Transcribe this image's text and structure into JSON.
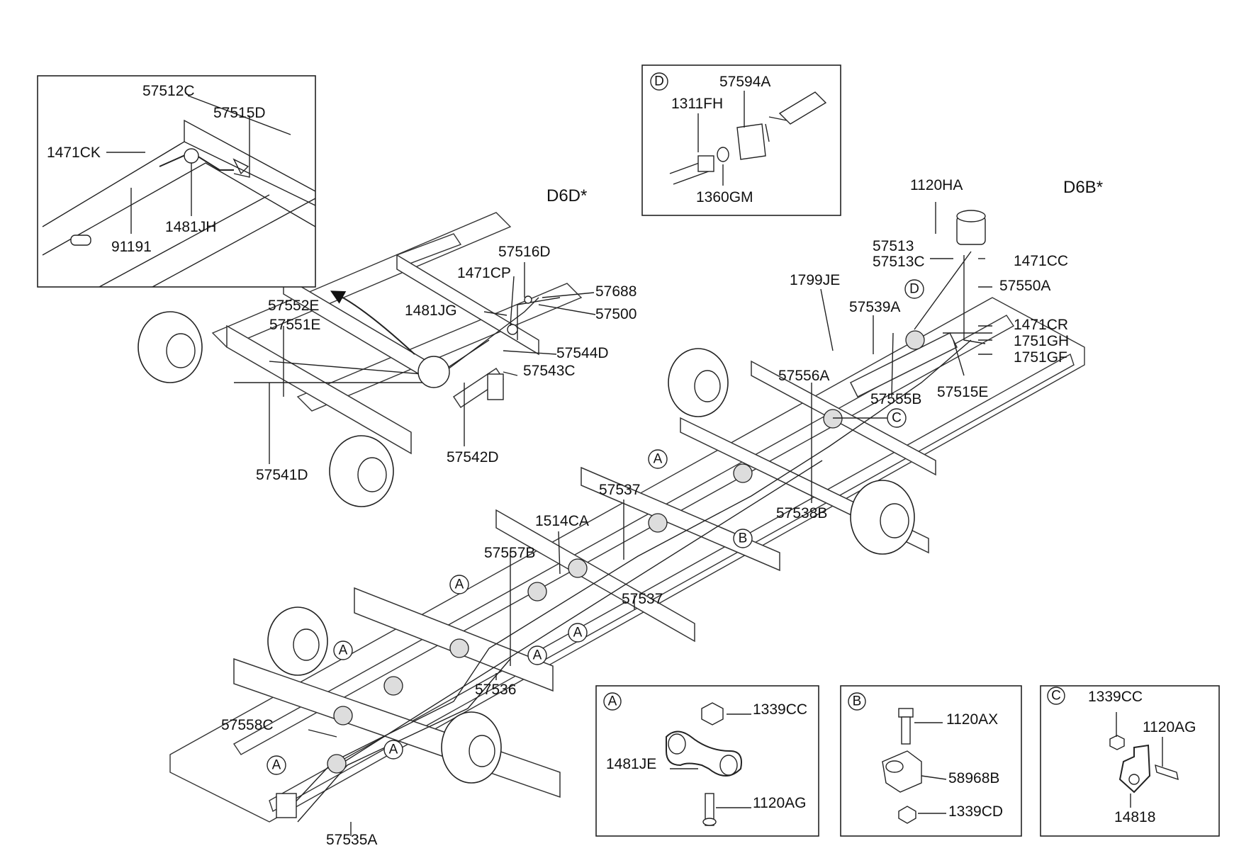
{
  "diagram": {
    "variant_labels": {
      "left": "D6D*",
      "right": "D6B*"
    },
    "main_labels": [
      {
        "id": "57516D",
        "text": "57516D"
      },
      {
        "id": "1471CP",
        "text": "1471CP"
      },
      {
        "id": "57688",
        "text": "57688"
      },
      {
        "id": "57552E",
        "text": "57552E"
      },
      {
        "id": "1481JG",
        "text": "1481JG"
      },
      {
        "id": "57500",
        "text": "57500"
      },
      {
        "id": "57551E",
        "text": "57551E"
      },
      {
        "id": "57544D",
        "text": "57544D"
      },
      {
        "id": "57543C",
        "text": "57543C"
      },
      {
        "id": "57542D",
        "text": "57542D"
      },
      {
        "id": "57541D",
        "text": "57541D"
      },
      {
        "id": "1120HA",
        "text": "1120HA"
      },
      {
        "id": "57513",
        "text": "57513"
      },
      {
        "id": "57513C",
        "text": "57513C"
      },
      {
        "id": "1471CC",
        "text": "1471CC"
      },
      {
        "id": "1799JE",
        "text": "1799JE"
      },
      {
        "id": "57550A",
        "text": "57550A"
      },
      {
        "id": "57539A",
        "text": "57539A"
      },
      {
        "id": "1471CR",
        "text": "1471CR"
      },
      {
        "id": "1751GH",
        "text": "1751GH"
      },
      {
        "id": "1751GF",
        "text": "1751GF"
      },
      {
        "id": "57556A",
        "text": "57556A"
      },
      {
        "id": "57555B",
        "text": "57555B"
      },
      {
        "id": "57515E",
        "text": "57515E"
      },
      {
        "id": "57537a",
        "text": "57537"
      },
      {
        "id": "57538B",
        "text": "57538B"
      },
      {
        "id": "1514CA",
        "text": "1514CA"
      },
      {
        "id": "57557B",
        "text": "57557B"
      },
      {
        "id": "57537b",
        "text": "57537"
      },
      {
        "id": "57536",
        "text": "57536"
      },
      {
        "id": "57558C",
        "text": "57558C"
      },
      {
        "id": "57535A",
        "text": "57535A"
      }
    ],
    "callouts": [
      "A",
      "B",
      "C",
      "D"
    ],
    "inset_top_left": {
      "labels": [
        {
          "id": "57512C",
          "text": "57512C"
        },
        {
          "id": "57515D",
          "text": "57515D"
        },
        {
          "id": "1471CK",
          "text": "1471CK"
        },
        {
          "id": "1481JH",
          "text": "1481JH"
        },
        {
          "id": "91191",
          "text": "91191"
        }
      ]
    },
    "detail_D": {
      "letter": "D",
      "labels": [
        {
          "id": "57594A",
          "text": "57594A"
        },
        {
          "id": "1311FH",
          "text": "1311FH"
        },
        {
          "id": "1360GM",
          "text": "1360GM"
        }
      ]
    },
    "detail_A": {
      "letter": "A",
      "labels": [
        {
          "id": "1339CC",
          "text": "1339CC"
        },
        {
          "id": "1481JE",
          "text": "1481JE"
        },
        {
          "id": "1120AG",
          "text": "1120AG"
        }
      ]
    },
    "detail_B": {
      "letter": "B",
      "labels": [
        {
          "id": "1120AX",
          "text": "1120AX"
        },
        {
          "id": "58968B",
          "text": "58968B"
        },
        {
          "id": "1339CD",
          "text": "1339CD"
        }
      ]
    },
    "detail_C": {
      "letter": "C",
      "labels": [
        {
          "id": "1339CC",
          "text": "1339CC"
        },
        {
          "id": "1120AG",
          "text": "1120AG"
        },
        {
          "id": "14818",
          "text": "14818"
        }
      ]
    }
  }
}
